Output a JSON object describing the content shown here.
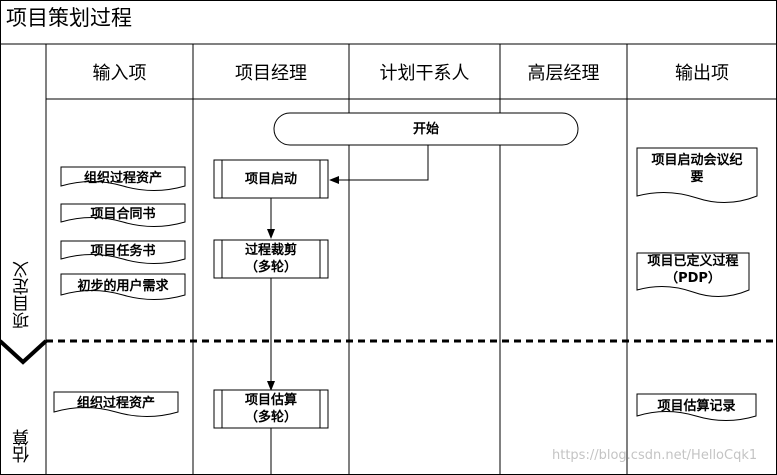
{
  "title": "项目策划过程",
  "lanes": [
    "输入项",
    "项目经理",
    "计划干系人",
    "高层经理",
    "输出项"
  ],
  "phases": [
    "项目定义",
    "估算"
  ],
  "nodes": {
    "start": "开始",
    "input_org_assets_1": "组织过程资产",
    "input_contract": "项目合同书",
    "input_charter": "项目任务书",
    "input_user_requirements": "初步的用户需求",
    "pm_project_kickoff": "项目启动",
    "pm_process_tailoring": "过程裁剪\n（多轮）",
    "output_kickoff_minutes": "项目启动会议纪\n要",
    "output_defined_process": "项目已定义过程\n（PDP）",
    "input_org_assets_2": "组织过程资产",
    "pm_project_estimation": "项目估算\n（多轮）",
    "output_estimation_record": "项目估算记录"
  },
  "watermark": "https://blog.csdn.net/HelloCqk1"
}
